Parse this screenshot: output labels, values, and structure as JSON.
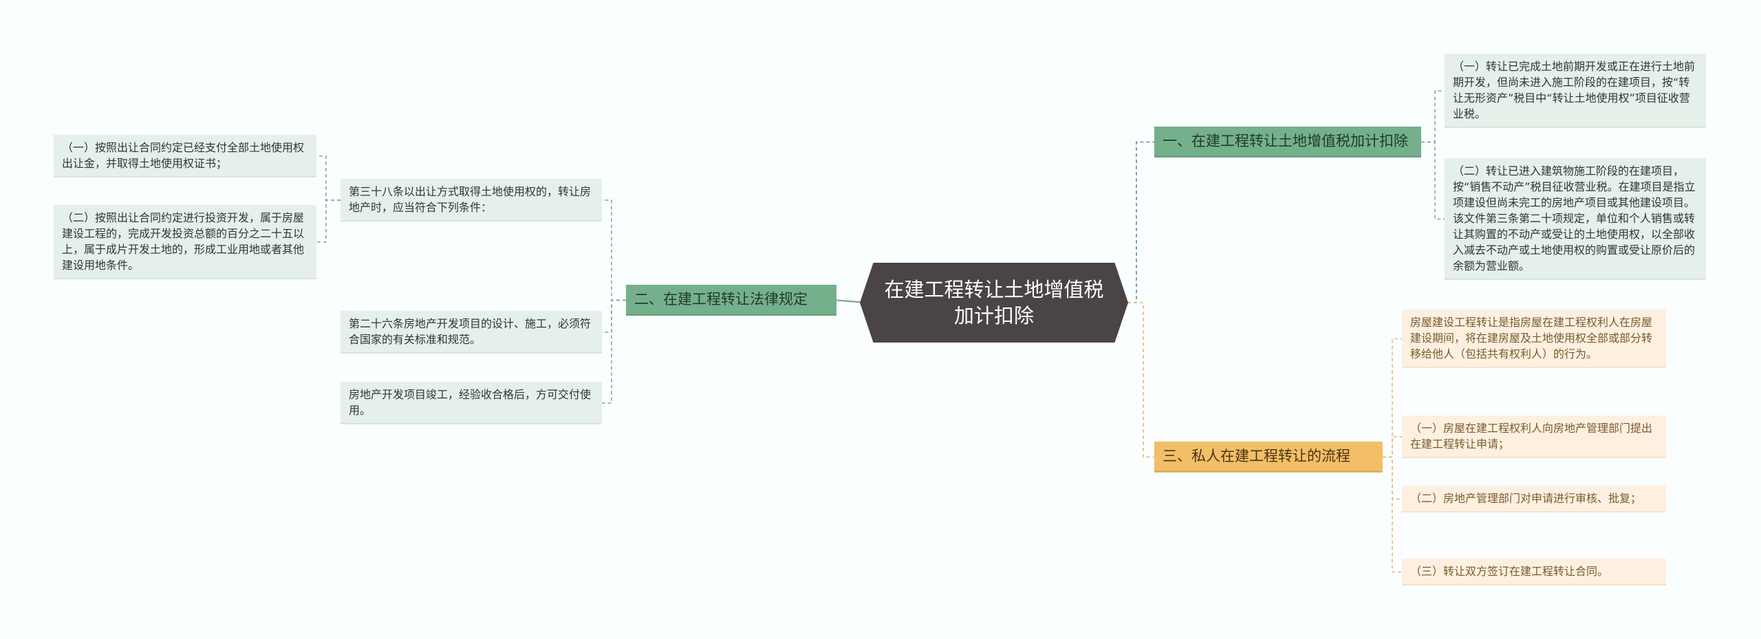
{
  "root": {
    "text": "在建工程转让土地增值税加计扣除"
  },
  "branches": {
    "b1": {
      "title": "一、在建工程转让土地增值税加计扣除",
      "leaves": [
        "（一）转让已完成土地前期开发或正在进行土地前期开发，但尚未进入施工阶段的在建项目，按“转让无形资产”税目中“转让土地使用权”项目征收营业税。",
        "（二）转让已进入建筑物施工阶段的在建项目，按“销售不动产”税目征收营业税。在建项目是指立项建设但尚未完工的房地产项目或其他建设项目。该文件第三条第二十项规定，单位和个人销售或转让其购置的不动产或受让的土地使用权，以全部收入减去不动产或土地使用权的购置或受让原价后的余额为营业额。"
      ]
    },
    "b2": {
      "title": "二、在建工程转让法律规定",
      "leaves": [
        "第三十八条以出让方式取得土地使用权的，转让房地产时，应当符合下列条件：",
        "第二十六条房地产开发项目的设计、施工，必须符合国家的有关标准和规范。",
        "房地产开发项目竣工，经验收合格后，方可交付使用。"
      ],
      "subleaves": [
        "（一）按照出让合同约定已经支付全部土地使用权出让金，并取得土地使用权证书；",
        "（二）按照出让合同约定进行投资开发，属于房屋建设工程的，完成开发投资总额的百分之二十五以上，属于成片开发土地的，形成工业用地或者其他建设用地条件。"
      ]
    },
    "b3": {
      "title": "三、私人在建工程转让的流程",
      "leaves": [
        "房屋建设工程转让是指房屋在建工程权利人在房屋建设期间，将在建房屋及土地使用权全部或部分转移给他人（包括共有权利人）的行为。",
        "（一）房屋在建工程权利人向房地产管理部门提出在建工程转让申请；",
        "（二）房地产管理部门对申请进行审核、批复；",
        "（三）转让双方签订在建工程转让合同。"
      ]
    }
  },
  "colors": {
    "root": "#4a4445",
    "green_branch": "#74b08b",
    "green_leaf": "#e5f0ea",
    "orange_branch": "#f2bf68",
    "orange_leaf": "#fdf0e1",
    "link_green": "#7fa996",
    "link_teal": "#5a8f8f",
    "link_orange": "#e9b870"
  }
}
